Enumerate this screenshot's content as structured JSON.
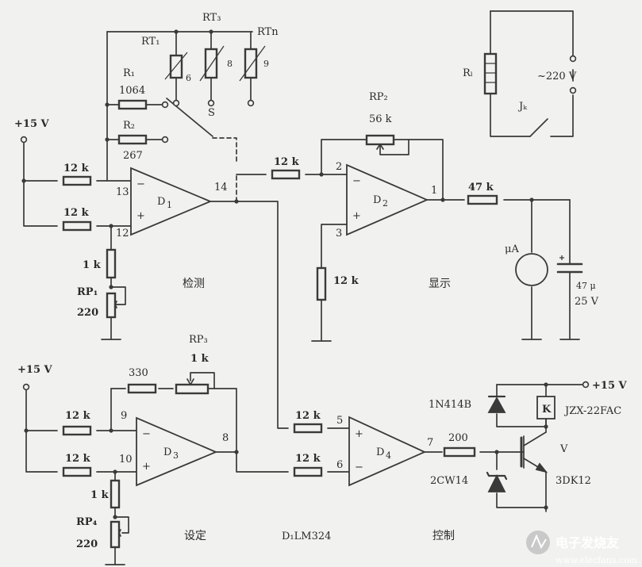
{
  "supply": {
    "left_top": "+15 V",
    "left_bottom": "+15 V",
    "relay": "+15 V",
    "mains": "~220 V"
  },
  "opamps": {
    "d1": "D",
    "d1_sub": "1",
    "d2": "D",
    "d2_sub": "2",
    "d3": "D",
    "d3_sub": "3",
    "d4": "D",
    "d4_sub": "4",
    "note": "D₁LM324"
  },
  "pins": {
    "p13": "13",
    "p12": "12",
    "p14": "14",
    "p2": "2",
    "p3": "3",
    "p1": "1",
    "p9": "9",
    "p10": "10",
    "p8": "8",
    "p5": "5",
    "p6": "6",
    "p7": "7",
    "s9": "9",
    "s6": "6",
    "s8": "8"
  },
  "signs": {
    "minus": "−",
    "plus": "+"
  },
  "labels": {
    "rt3": "RT₃",
    "rt1": "RT₁",
    "rtn": "RTn",
    "r1": "R₁",
    "r1_val": "1064",
    "r2": "R₂",
    "r2_val": "267",
    "switch": "S",
    "r_in1": "12 k",
    "r_in2": "12 k",
    "r_1k_a": "1 k",
    "rp1": "RP₁",
    "rp1_val": "220",
    "r_mid": "12 k",
    "rp2": "RP₂",
    "rp2_val": "56 k",
    "r_d2_3": "12 k",
    "r_47k": "47 k",
    "meter": "μA",
    "cap": "47 μ",
    "cap_v": "25 V",
    "rl": "Rₗ",
    "jk": "Jₖ",
    "r_330": "330",
    "rp3": "RP₃",
    "rp3_val": "1 k",
    "r_in3": "12 k",
    "r_in4": "12 k",
    "r_1k_b": "1 k",
    "rp4": "RP₄",
    "rp4_val": "220",
    "r_5": "12 k",
    "r_6": "12 k",
    "r_200": "200",
    "diode1": "1N414B",
    "relay": "K",
    "relay_model": "JZX-22FAC",
    "transistor": "V",
    "zener": "2CW14",
    "tr_model": "3DK12"
  },
  "sections": {
    "detect": "检测",
    "display": "显示",
    "set": "设定",
    "control": "控制"
  },
  "watermark": "电子发烧友",
  "watermark_url": "www.elecfans.com"
}
